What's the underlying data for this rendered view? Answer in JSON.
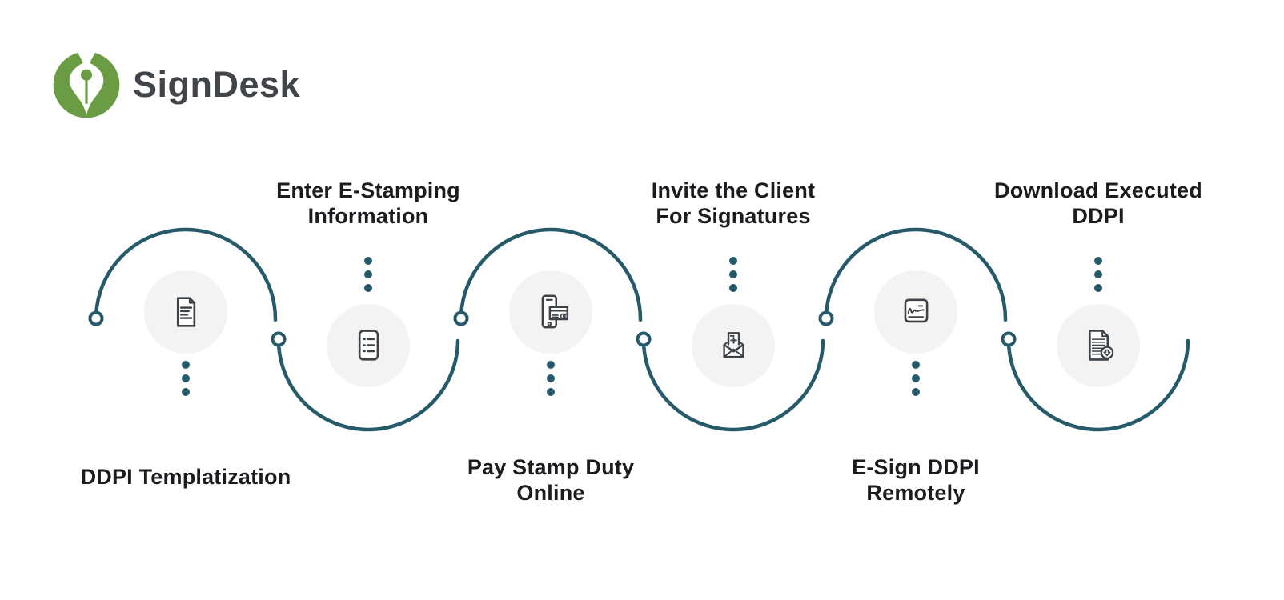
{
  "logo": {
    "brand": "SignDesk",
    "icon": "pen-nib-logo-icon",
    "green": "#6a9c44",
    "brand_color": "#414549"
  },
  "colors": {
    "wave_teal": "#265a6b",
    "node_background": "#f3f3f4",
    "icon_stroke": "#3d4247",
    "label_text": "#1a1c1f"
  },
  "steps": [
    {
      "label_line1": "DDPI Templatization",
      "label_line2": "",
      "label_position": "bottom",
      "icon": "document-icon"
    },
    {
      "label_line1": "Enter E-Stamping",
      "label_line2": "Information",
      "label_position": "top",
      "icon": "checklist-icon"
    },
    {
      "label_line1": "Pay Stamp Duty",
      "label_line2": "Online",
      "label_position": "bottom",
      "icon": "mobile-payment-icon"
    },
    {
      "label_line1": "Invite the Client",
      "label_line2": "For Signatures",
      "label_position": "top",
      "icon": "invite-envelope-icon"
    },
    {
      "label_line1": "E-Sign DDPI",
      "label_line2": "Remotely",
      "label_position": "bottom",
      "icon": "esign-signature-icon"
    },
    {
      "label_line1": "Download Executed",
      "label_line2": "DDPI",
      "label_position": "top",
      "icon": "download-document-icon"
    }
  ]
}
